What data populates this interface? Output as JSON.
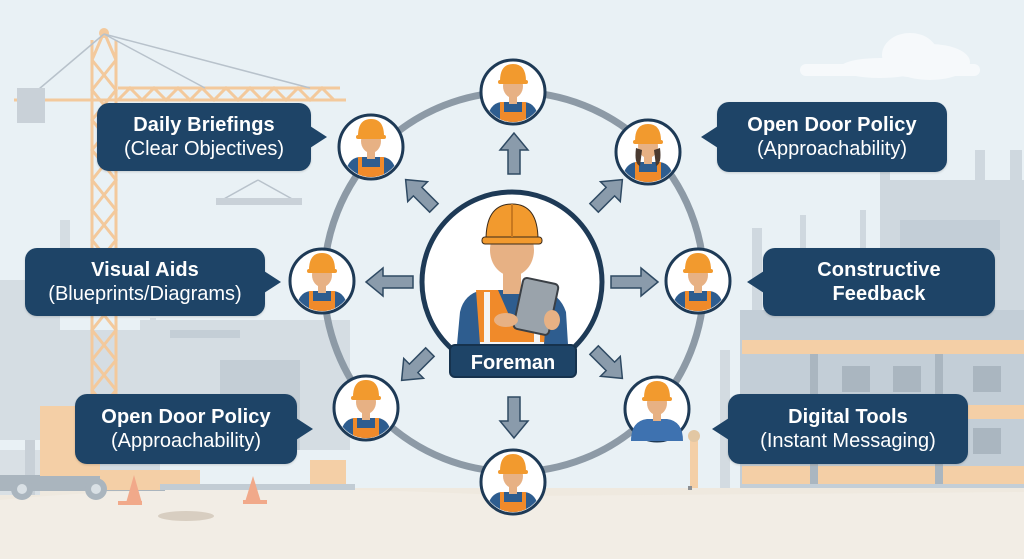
{
  "diagram": {
    "type": "hub-and-spoke",
    "center": {
      "label": "Foreman",
      "icon": "foreman-with-tablet-icon"
    },
    "workers": [
      {
        "position": "top",
        "icon": "worker-icon"
      },
      {
        "position": "top-left",
        "icon": "worker-icon"
      },
      {
        "position": "top-right",
        "icon": "female-worker-icon"
      },
      {
        "position": "left",
        "icon": "worker-icon"
      },
      {
        "position": "right",
        "icon": "worker-icon"
      },
      {
        "position": "bottom-left",
        "icon": "worker-icon"
      },
      {
        "position": "bottom-right",
        "icon": "worker-blue-shirt-icon"
      },
      {
        "position": "bottom",
        "icon": "worker-icon"
      }
    ],
    "callouts": [
      {
        "position": "top-left",
        "title": "Daily Briefings",
        "subtitle": "(Clear Objectives)"
      },
      {
        "position": "top-right",
        "title": "Open Door Policy",
        "subtitle": "(Approachability)"
      },
      {
        "position": "left",
        "title": "Visual Aids",
        "subtitle": "(Blueprints/Diagrams)"
      },
      {
        "position": "right",
        "title": "Constructive",
        "subtitle": "Feedback"
      },
      {
        "position": "bottom-left",
        "title": "Open Door Policy",
        "subtitle": "(Approachability)"
      },
      {
        "position": "bottom-right",
        "title": "Digital Tools",
        "subtitle": "(Instant Messaging)"
      }
    ],
    "arrows": [
      "up",
      "up-left",
      "up-right",
      "left",
      "right",
      "down-left",
      "down-right",
      "down"
    ],
    "background": "construction site with crane, buildings, truck, traffic cones"
  },
  "colors": {
    "callout_bg": "#1e4467",
    "ring": "#8d9aa6",
    "arrow_fill": "#8a9bab",
    "arrow_stroke": "#2f4a63",
    "hardhat": "#f29a2e",
    "vest": "#f08a2a",
    "shirt": "#2e5d8f",
    "sky": "#e9f1f5",
    "ground": "#efe9df",
    "crane": "#f3c99c"
  }
}
